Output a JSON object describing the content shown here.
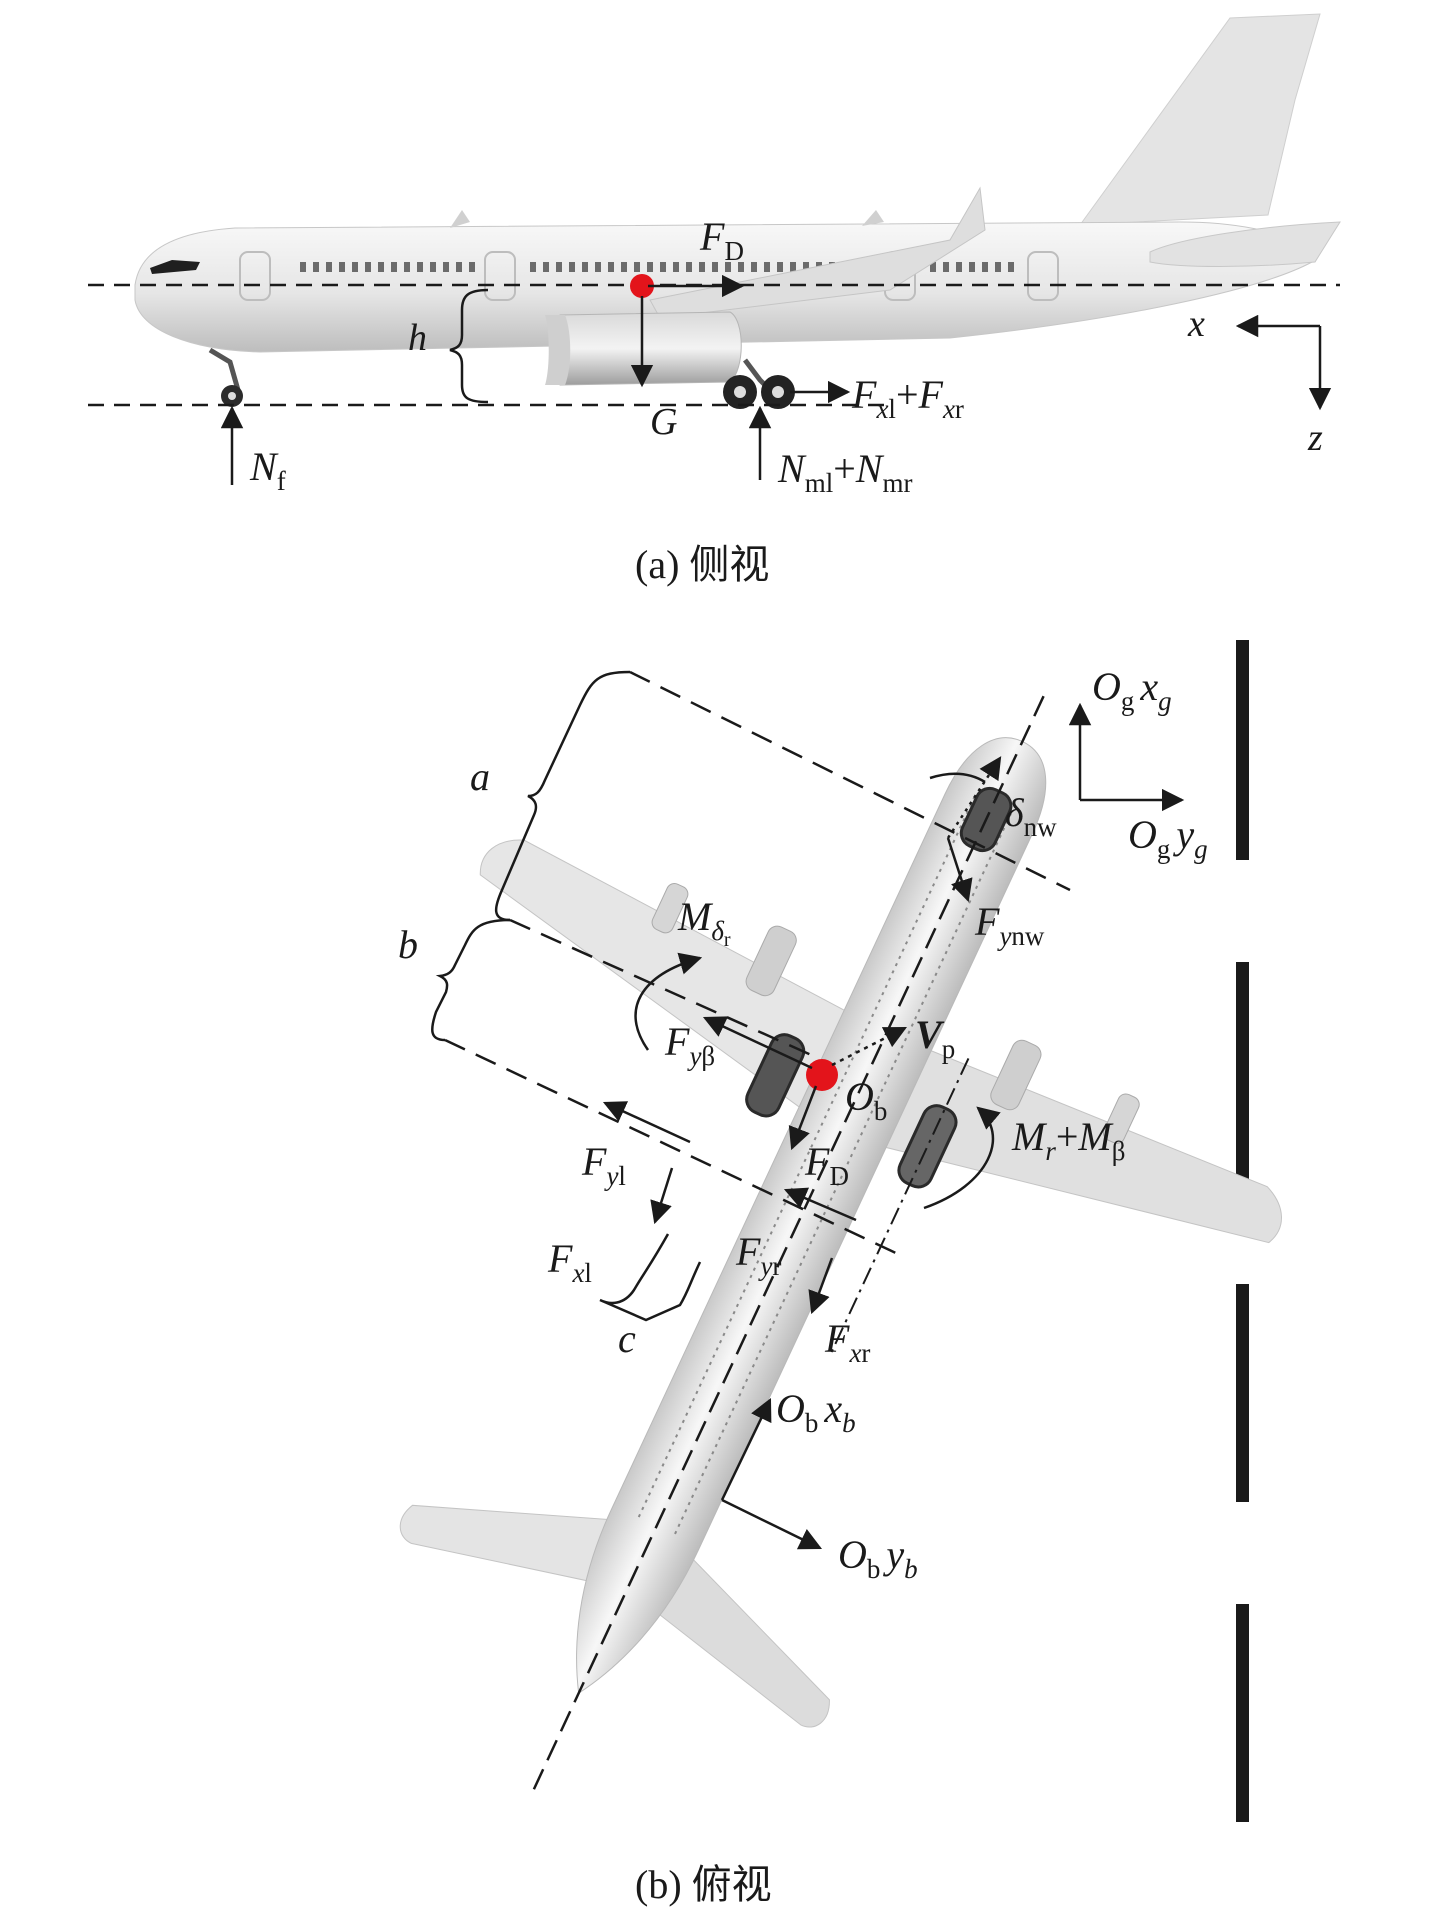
{
  "side_view": {
    "caption": "(a) 侧视",
    "labels": {
      "F": "F",
      "D": "D",
      "h": "h",
      "G": "G",
      "x": "x",
      "z": "z",
      "Nf_N": "N",
      "Nf_sub": "f",
      "Fx_F1": "F",
      "Fx_x1": "x",
      "Fx_l": "l",
      "Fx_plus": "+",
      "Fx_F2": "F",
      "Fx_x2": "x",
      "Fx_r": "r",
      "Nm_N1": "N",
      "Nm_ml": "ml",
      "Nm_plus": "+",
      "Nm_N2": "N",
      "Nm_mr": "mr"
    }
  },
  "top_view": {
    "caption": "(b) 俯视",
    "labels": {
      "a": "a",
      "b": "b",
      "c": "c",
      "Ogxg_O": "O",
      "Ogxg_g": "g",
      "Ogxg_x": "x",
      "Ogxg_sub": "g",
      "Ogyg_O": "O",
      "Ogyg_g": "g",
      "Ogyg_y": "y",
      "Ogyg_sub": "g",
      "delta": "δ",
      "delta_sub": "nw",
      "Fynw_F": "F",
      "Fynw_y": "y",
      "Fynw_sub": "nw",
      "Mdr_M": "M",
      "Mdr_delta": "δ",
      "Mdr_r": "r",
      "Fyb_F": "F",
      "Fyb_y": "y",
      "Fyb_beta": "β",
      "Vp_V": "V",
      "Vp_sub": "p",
      "Ob_O": "O",
      "Ob_sub": "b",
      "MrMb_M1": "M",
      "MrMb_r": "r",
      "MrMb_plus": "+",
      "MrMb_M2": "M",
      "MrMb_beta": "β",
      "FD_F": "F",
      "FD_sub": "D",
      "Fyl_F": "F",
      "Fyl_y": "y",
      "Fyl_l": "l",
      "Fxl_F": "F",
      "Fxl_x": "x",
      "Fxl_l": "l",
      "Fyr_F": "F",
      "Fyr_y": "y",
      "Fyr_r": "r",
      "Fxr_F": "F",
      "Fxr_x": "x",
      "Fxr_r": "r",
      "Obxb_O": "O",
      "Obxb_b": "b",
      "Obxb_x": "x",
      "Obxb_sub": "b",
      "Obyb_O": "O",
      "Obyb_b": "b",
      "Obyb_y": "y",
      "Obyb_sub": "b"
    }
  },
  "colors": {
    "cg_dot": "#e3141b",
    "ink": "#1a1a1a",
    "fuselage": "#ececec",
    "gear": "#333333"
  }
}
